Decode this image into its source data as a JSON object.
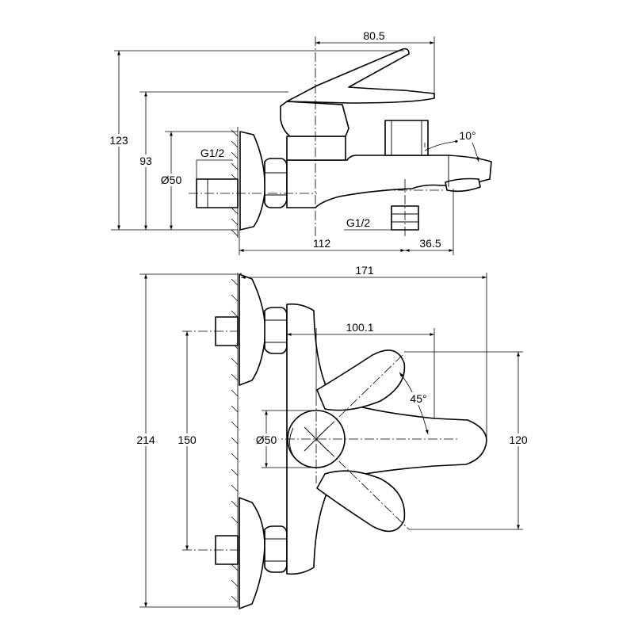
{
  "side_view": {
    "dimensions": {
      "width_top": "80.5",
      "height_total": "123",
      "height_body": "93",
      "diameter_rosette": "Ø50",
      "thread_inlet": "G1/2",
      "thread_outlet": "G1/2",
      "depth_body": "112",
      "spout_offset": "36.5",
      "spout_angle": "10°"
    }
  },
  "top_view": {
    "dimensions": {
      "depth_total": "171",
      "lever_reach": "100.1",
      "lever_angle": "45°",
      "width_total": "214",
      "inlet_spacing": "150",
      "diameter_cartridge": "Ø50",
      "lever_span": "120"
    }
  }
}
